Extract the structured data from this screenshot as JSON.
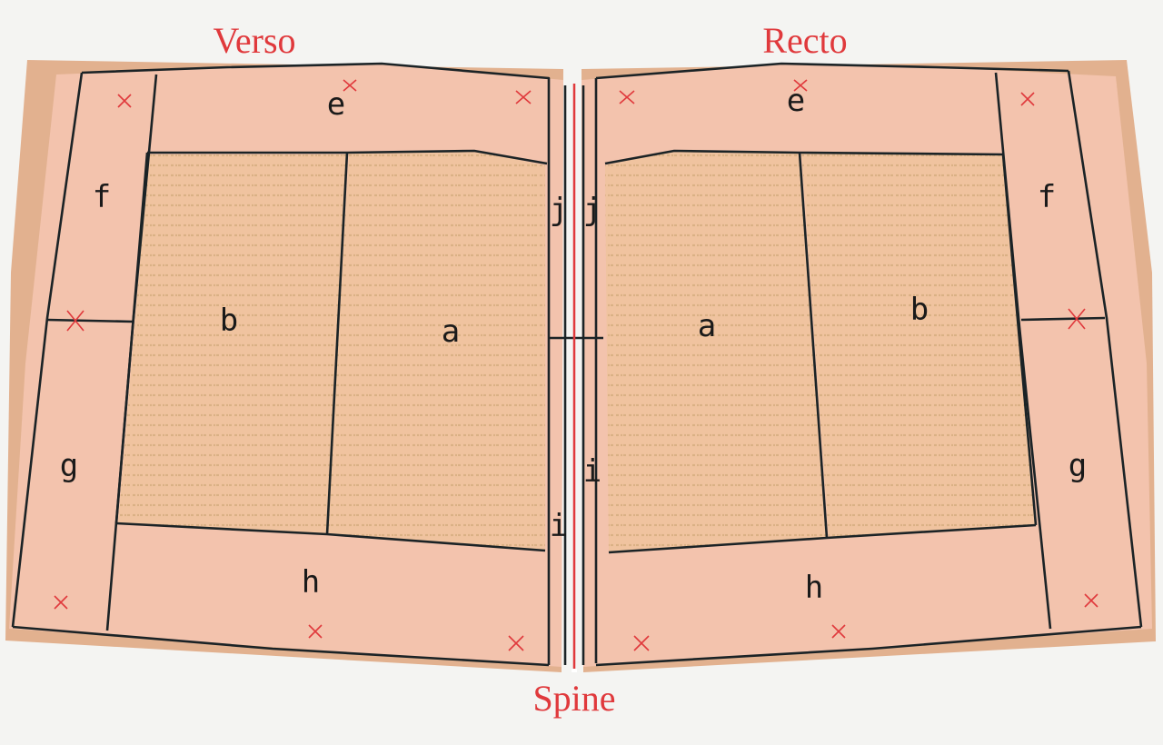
{
  "labels": {
    "verso": "Verso",
    "recto": "Recto",
    "spine": "Spine"
  },
  "regions": {
    "verso": {
      "a": "a",
      "b": "b",
      "e": "e",
      "f": "f",
      "g": "g",
      "h": "h",
      "i": "i",
      "j": "j"
    },
    "recto": {
      "a": "a",
      "b": "b",
      "e": "e",
      "f": "f",
      "g": "g",
      "h": "h",
      "i": "i",
      "j": "j"
    }
  },
  "colors": {
    "page": "#f3c3ad",
    "page_edge": "#e3b08e",
    "text_block": "#f0c09a",
    "rules": "#1b2326",
    "annotation_red": "#e0393c",
    "background": "#f4f4f2"
  }
}
